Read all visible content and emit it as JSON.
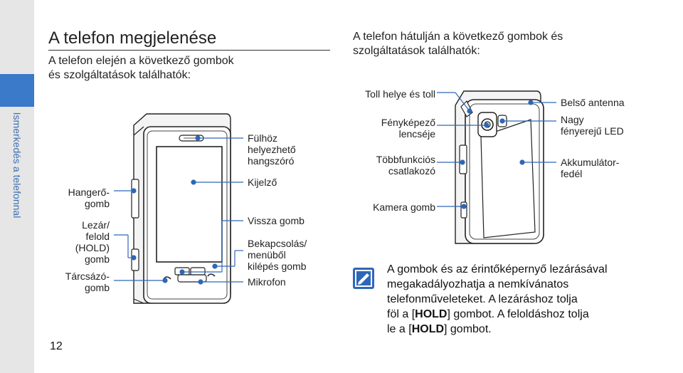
{
  "side_tab": {
    "label": "Ismerkedés a telefonnal",
    "color": "#3b79c9"
  },
  "page_number": "12",
  "heading": "A telefon megjelenése",
  "front": {
    "intro_line1": "A telefon elején a következő gombok",
    "intro_line2": "és szolgáltatások találhatók:",
    "left_labels": {
      "volume_1": "Hangerő-",
      "volume_2": "gomb",
      "lock_1": "Lezár/",
      "lock_2": "felold",
      "lock_3": "(HOLD)",
      "lock_4": "gomb",
      "dial_1": "Tárcsázó-",
      "dial_2": "gomb"
    },
    "right_labels": {
      "speaker_1": "Fülhöz",
      "speaker_2": "helyezhető",
      "speaker_3": "hangszóró",
      "display": "Kijelző",
      "back": "Vissza gomb",
      "power_1": "Bekapcsolás/",
      "power_2": "menüből",
      "power_3": "kilépés gomb",
      "mic": "Mikrofon"
    }
  },
  "back": {
    "intro_line1": "A telefon hátulján a következő gombok és",
    "intro_line2": "szolgáltatások találhatók:",
    "left_labels": {
      "pen": "Toll helye és toll",
      "lens_1": "Fényképező",
      "lens_2": "lencséje",
      "connector_1": "Többfunkciós",
      "connector_2": "csatlakozó",
      "camera_key": "Kamera gomb"
    },
    "right_labels": {
      "antenna": "Belső antenna",
      "led_1": "Nagy",
      "led_2": "fényerejű LED",
      "battery_1": "Akkumulátor-",
      "battery_2": "fedél"
    }
  },
  "note": {
    "icon": "note-pencil-icon",
    "line1": "A gombok és az érintőképernyő lezárásával",
    "line2": "megakadályozhatja a nemkívánatos",
    "line3": "telefonműveleteket. A lezáráshoz tolja",
    "line4a": "föl a [",
    "line4b": "HOLD",
    "line4c": "] gombot. A feloldáshoz tolja",
    "line5a": "le a [",
    "line5b": "HOLD",
    "line5c": "] gombot."
  },
  "colors": {
    "accent": "#3b79c9",
    "callout": "#2e67b8"
  }
}
